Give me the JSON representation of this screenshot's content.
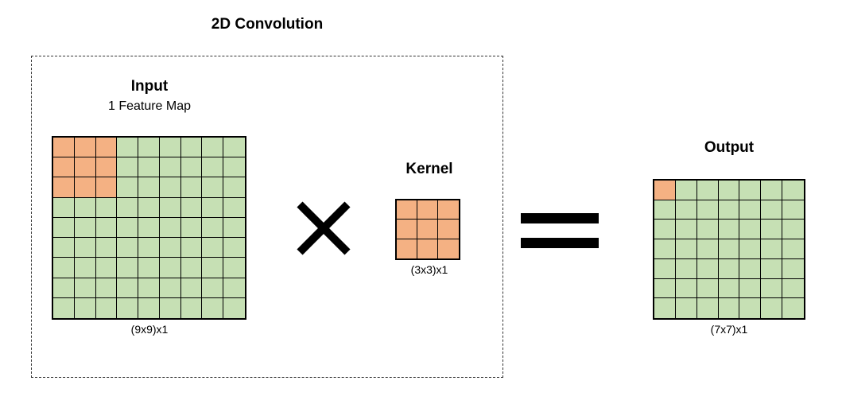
{
  "title": "2D Convolution",
  "input": {
    "label": "Input",
    "sublabel": "1 Feature Map",
    "caption": "(9x9)x1",
    "rows": 9,
    "cols": 9,
    "highlight_rows": 3,
    "highlight_cols": 3
  },
  "kernel": {
    "label": "Kernel",
    "caption": "(3x3)x1",
    "rows": 3,
    "cols": 3,
    "highlight_rows": 3,
    "highlight_cols": 3
  },
  "output": {
    "label": "Output",
    "caption": "(7x7)x1",
    "rows": 7,
    "cols": 7,
    "highlight_rows": 1,
    "highlight_cols": 1
  },
  "colors": {
    "feature": "#c6e0b4",
    "highlight": "#f4b183",
    "border": "#000000"
  },
  "operators": {
    "multiply_icon": "times-icon",
    "equals_icon": "equals-icon"
  }
}
